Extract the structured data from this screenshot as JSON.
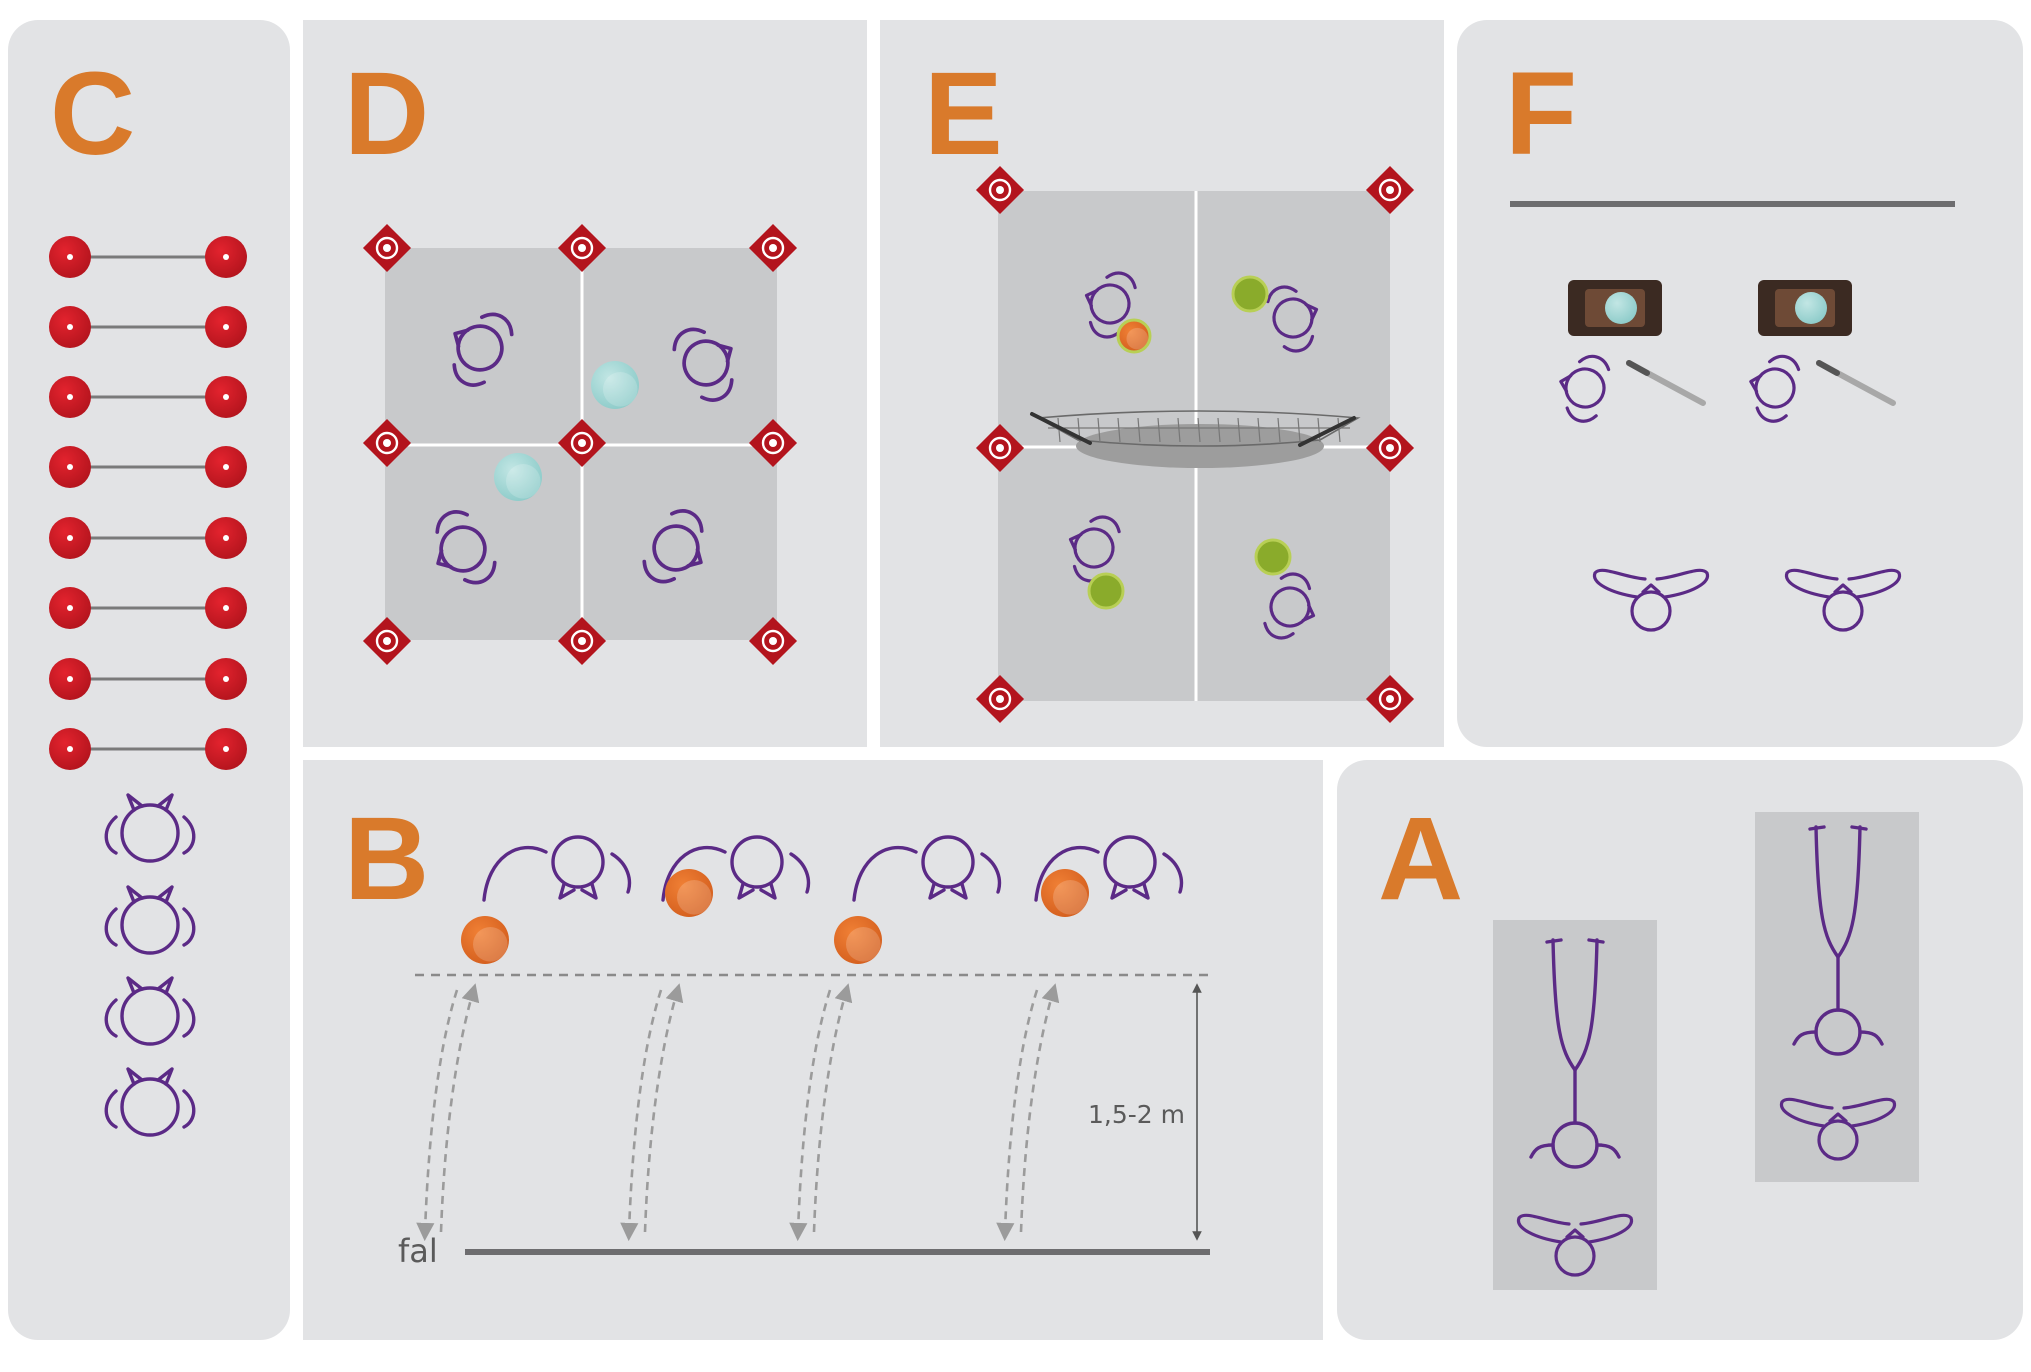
{
  "colors": {
    "panel": "#e2e3e5",
    "field": "#c8c9cb",
    "letter": "#d97a2b",
    "person": "#5b2a86",
    "cone": "#b3141d",
    "ball_orange": "#d45f1e",
    "ball_teal": "#8ccbc9",
    "ball_green": "#8aab2b",
    "line": "#6d6d6f",
    "arrow": "#9b9b9b"
  },
  "panels": {
    "A": {
      "letter": "A"
    },
    "B": {
      "letter": "B",
      "height_label": "1,5-2 m",
      "wall_label": "fal"
    },
    "C": {
      "letter": "C"
    },
    "D": {
      "letter": "D"
    },
    "E": {
      "letter": "E"
    },
    "F": {
      "letter": "F"
    }
  },
  "icons": {
    "person": "person-topview-icon",
    "cone": "target-cone-icon",
    "ball": "ball-icon",
    "net": "net-icon",
    "racket": "racket-icon",
    "tablet": "tablet-icon"
  }
}
